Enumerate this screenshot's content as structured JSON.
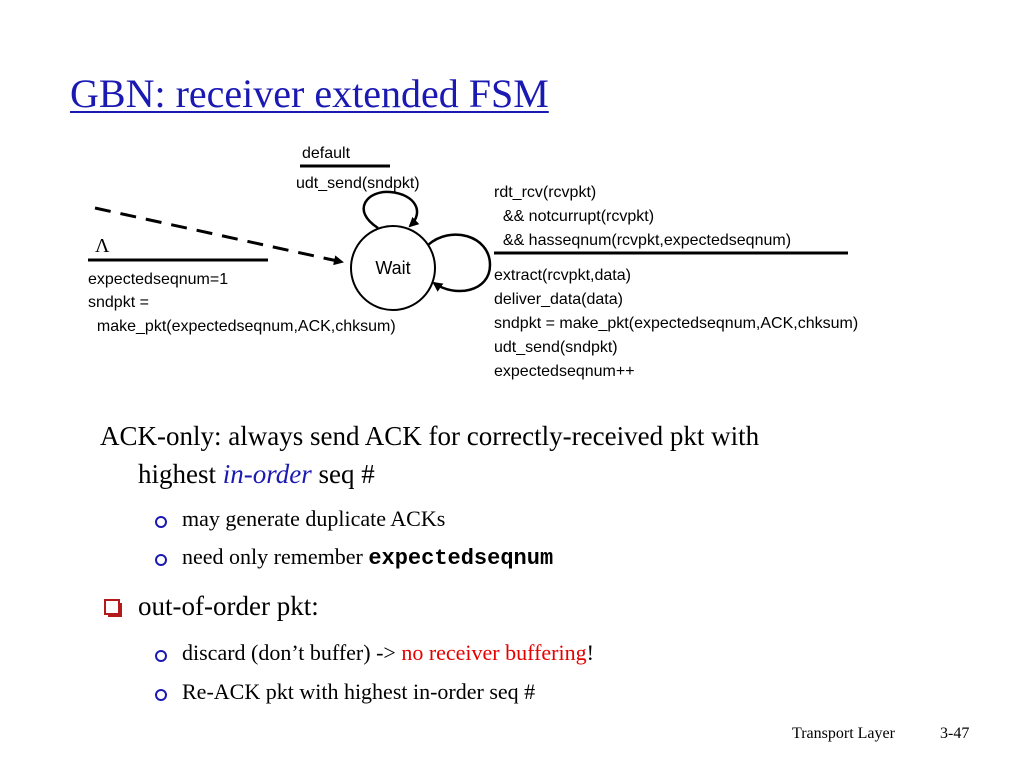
{
  "slide": {
    "title": "GBN: receiver extended FSM"
  },
  "fsm": {
    "state": "Wait",
    "default_event": "default",
    "default_action": "udt_send(sndpkt)",
    "init_event": "Λ",
    "init_actions": [
      "expectedseqnum=1",
      "sndpkt =",
      "  make_pkt(expectedseqnum,ACK,chksum)"
    ],
    "right_event": [
      "rdt_rcv(rcvpkt)",
      "  && notcurrupt(rcvpkt)",
      "  && hasseqnum(rcvpkt,expectedseqnum)"
    ],
    "right_actions": [
      "extract(rcvpkt,data)",
      "deliver_data(data)",
      "sndpkt = make_pkt(expectedseqnum,ACK,chksum)",
      "udt_send(sndpkt)",
      "expectedseqnum++"
    ]
  },
  "bullets": {
    "b1_line1": "ACK-only: always send ACK for correctly-received pkt with",
    "b1_line2_pre": "highest ",
    "b1_line2_em": "in-order",
    "b1_line2_post": " seq #",
    "b1_sub1": "may generate duplicate ACKs",
    "b1_sub2_pre": "need only remember ",
    "b1_sub2_code": "expectedseqnum",
    "b2": "out-of-order pkt:",
    "b2_sub1_pre": "discard (don’t buffer) -> ",
    "b2_sub1_red": "no receiver buffering",
    "b2_sub1_post": "!",
    "b2_sub2": "Re-ACK pkt with highest in-order seq #"
  },
  "footer": {
    "section": "Transport Layer",
    "page": "3-47"
  },
  "colors": {
    "title": "#1a1ab3",
    "emphasis_red": "#e60000",
    "bullet_l1": "#b31a1a",
    "bullet_l2": "#1a1ab3"
  }
}
